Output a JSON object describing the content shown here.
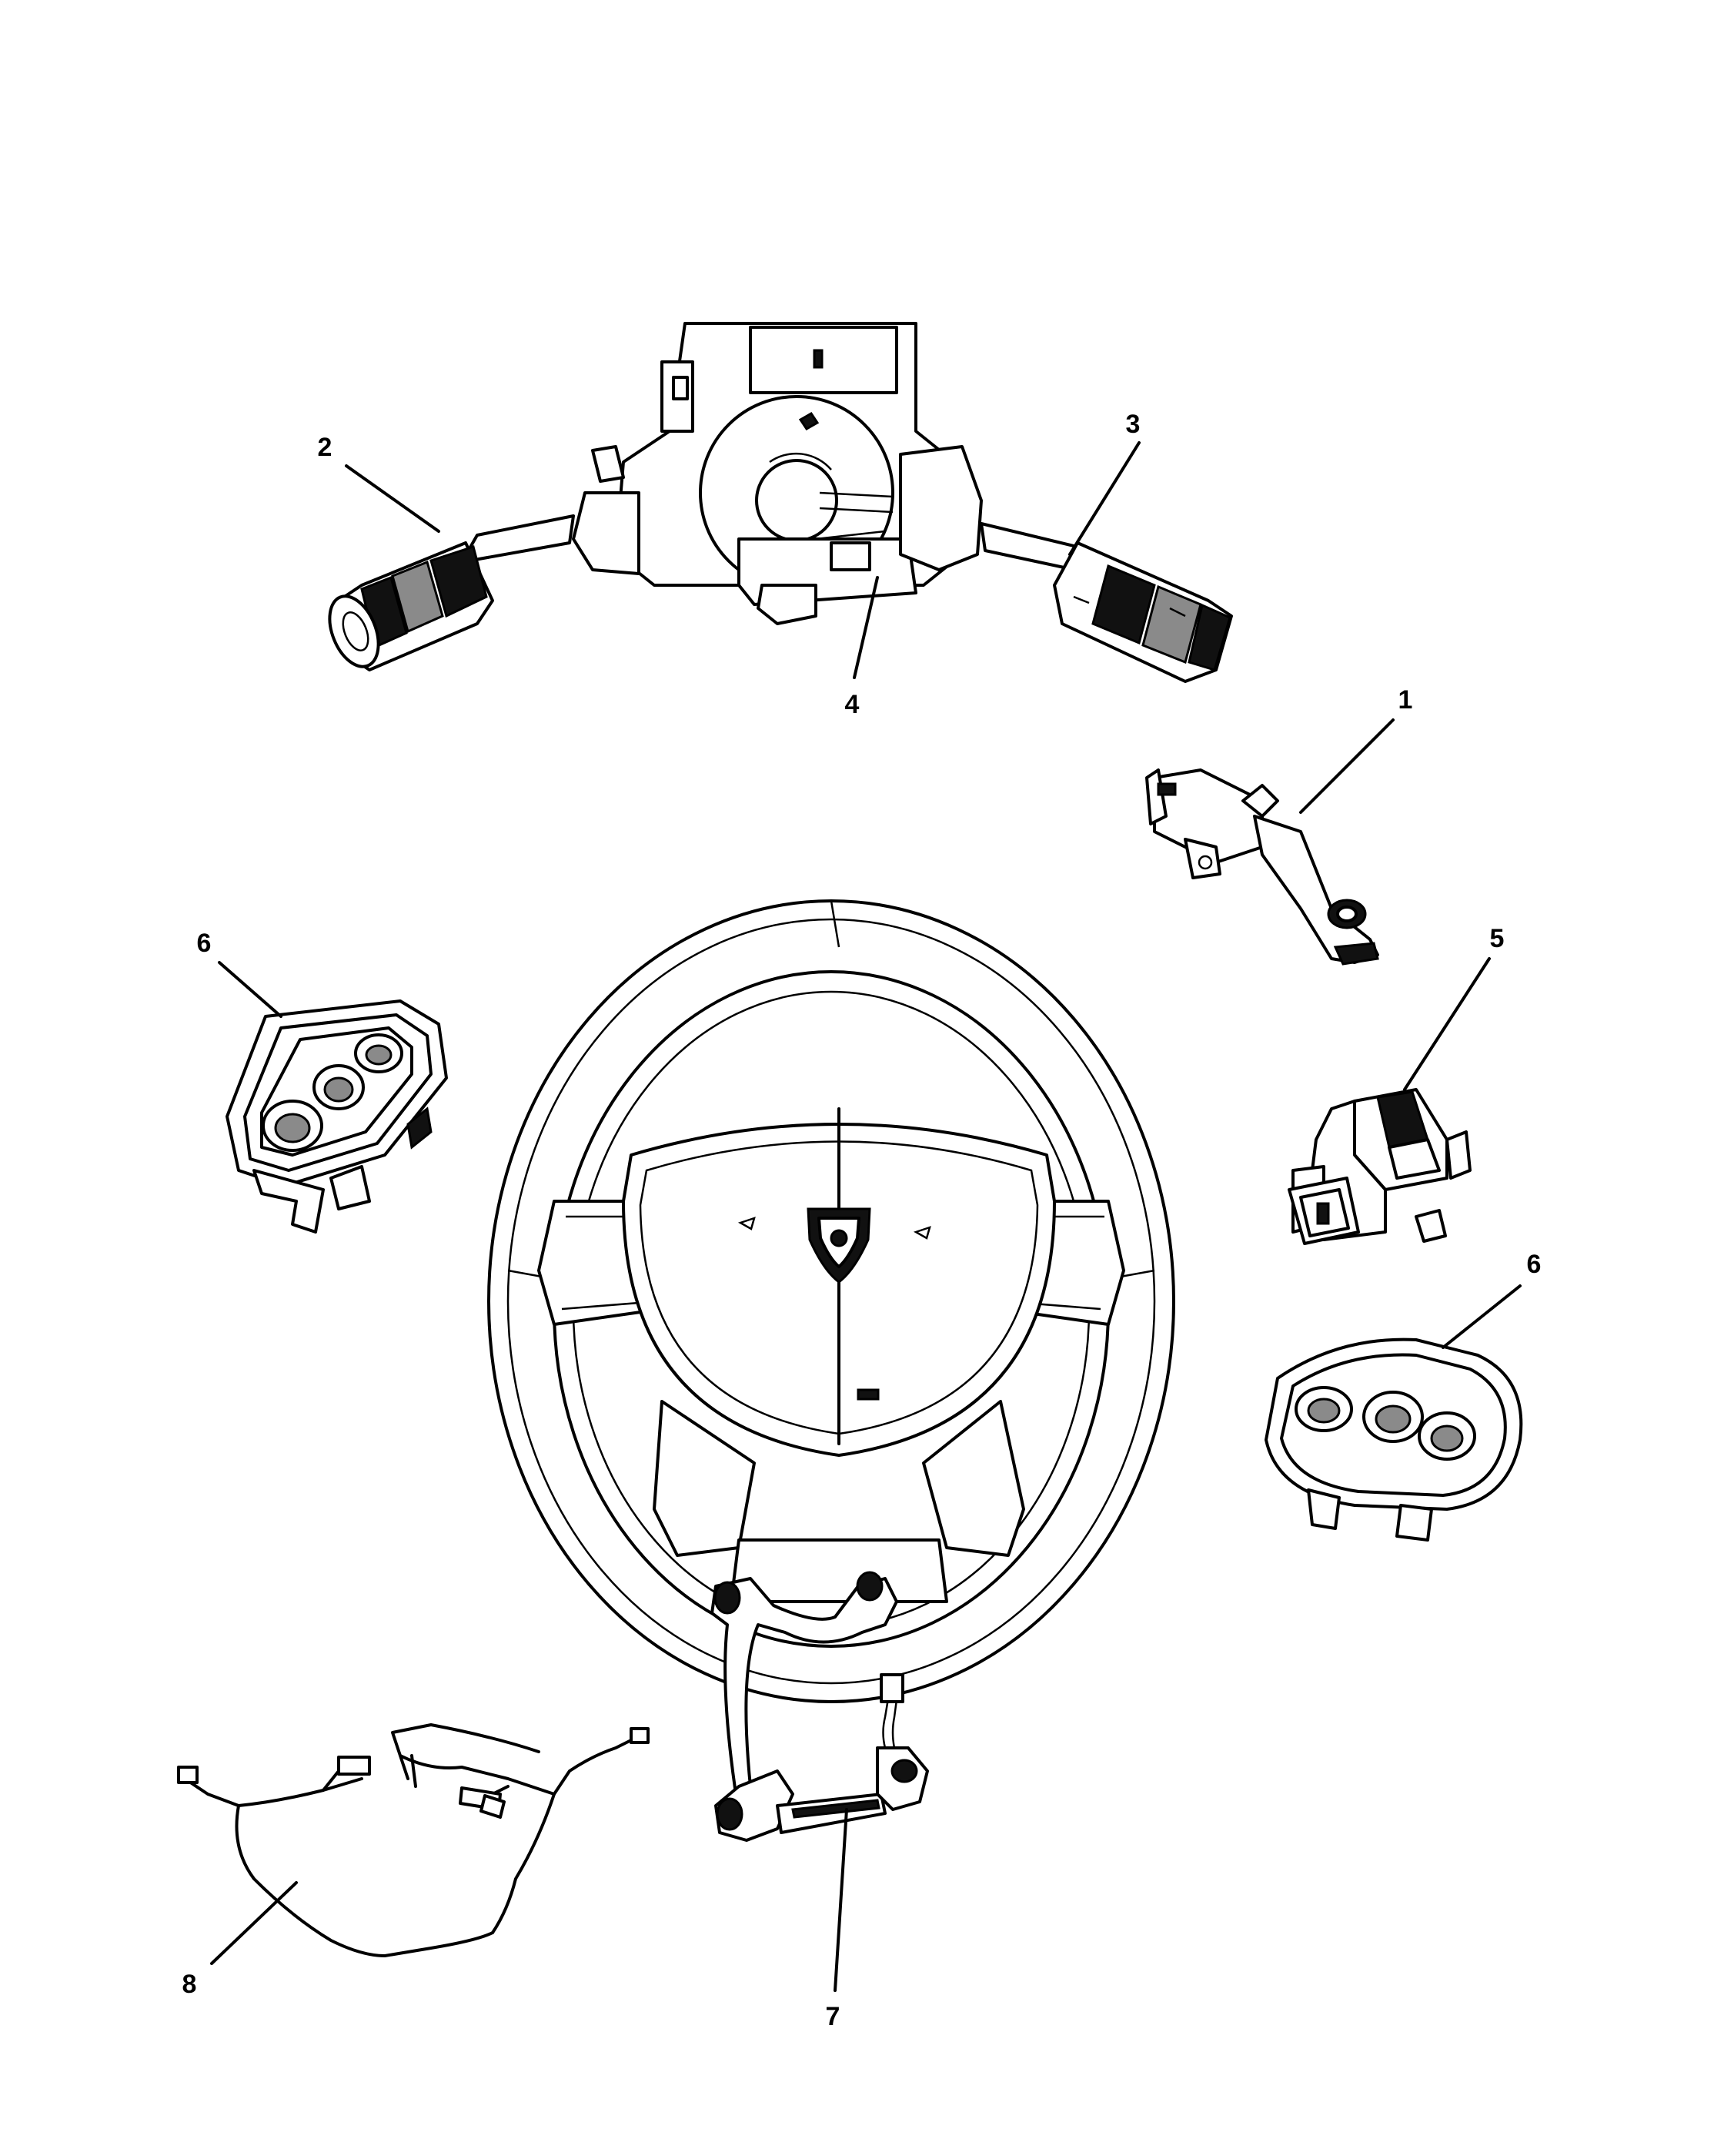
{
  "colors": {
    "ink": "#000000",
    "paper": "#ffffff"
  },
  "callouts": [
    {
      "id": "callout-1",
      "label": "1"
    },
    {
      "id": "callout-2",
      "label": "2"
    },
    {
      "id": "callout-3",
      "label": "3"
    },
    {
      "id": "callout-4",
      "label": "4"
    },
    {
      "id": "callout-5",
      "label": "5"
    },
    {
      "id": "callout-6a",
      "label": "6"
    },
    {
      "id": "callout-6b",
      "label": "6"
    },
    {
      "id": "callout-7",
      "label": "7"
    },
    {
      "id": "callout-8",
      "label": "8"
    }
  ]
}
